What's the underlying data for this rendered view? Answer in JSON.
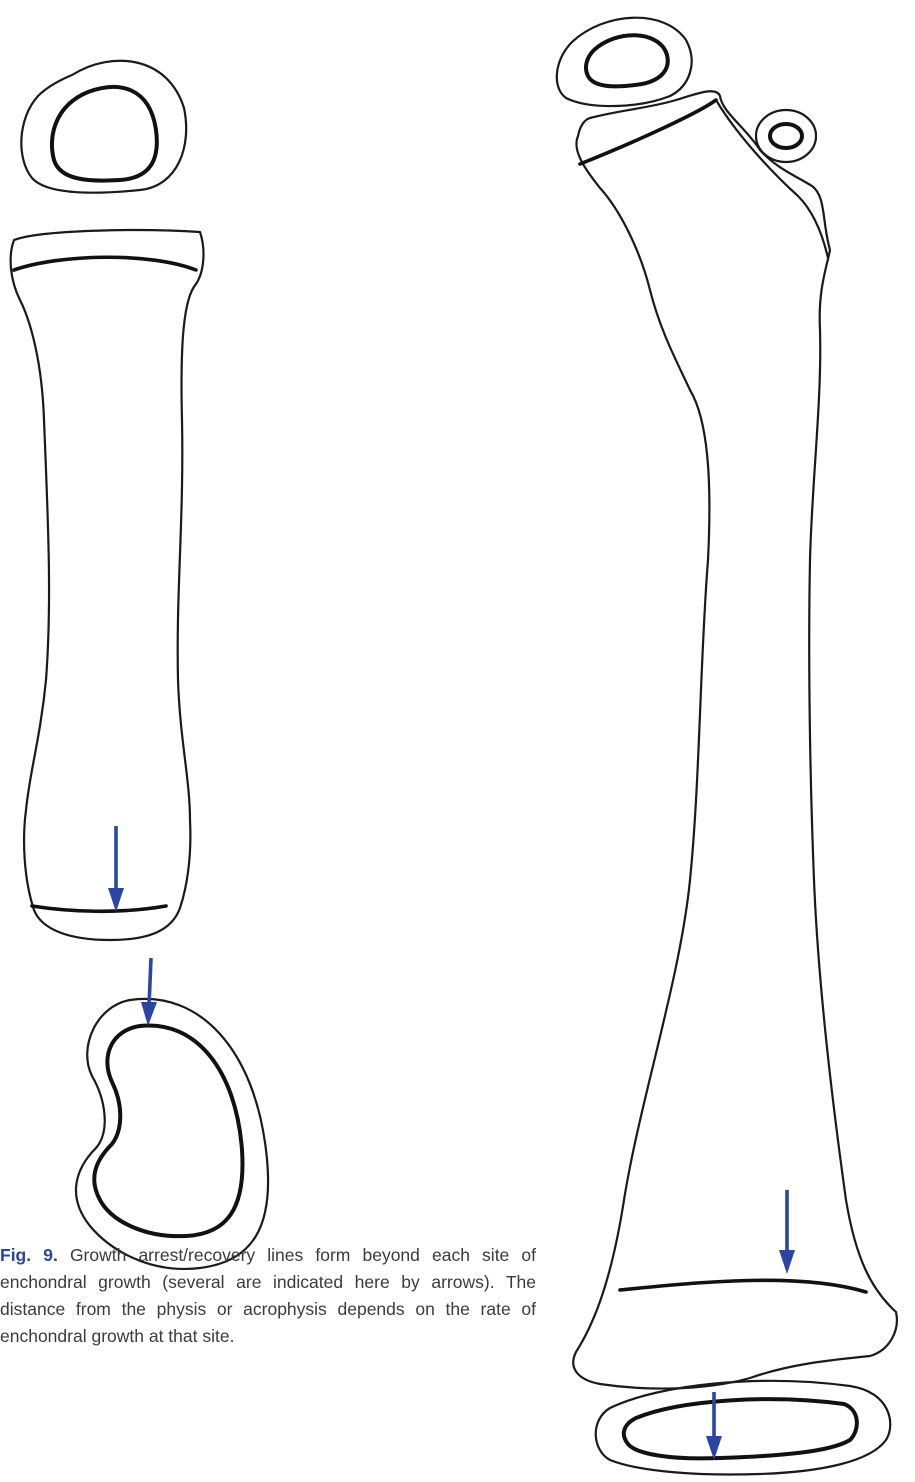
{
  "figure": {
    "arrow_color": "#2a46a3",
    "line_color": "#1a1a1a",
    "arrow_count": 4
  },
  "caption": {
    "label": "Fig. 9.",
    "text": "Growth arrest/recovery lines form beyond each site of enchondral growth (several are indicated here by arrows). The distance from the physis or acrophysis depends on the rate of enchondral growth at that site.",
    "label_color": "#2a46a3"
  }
}
